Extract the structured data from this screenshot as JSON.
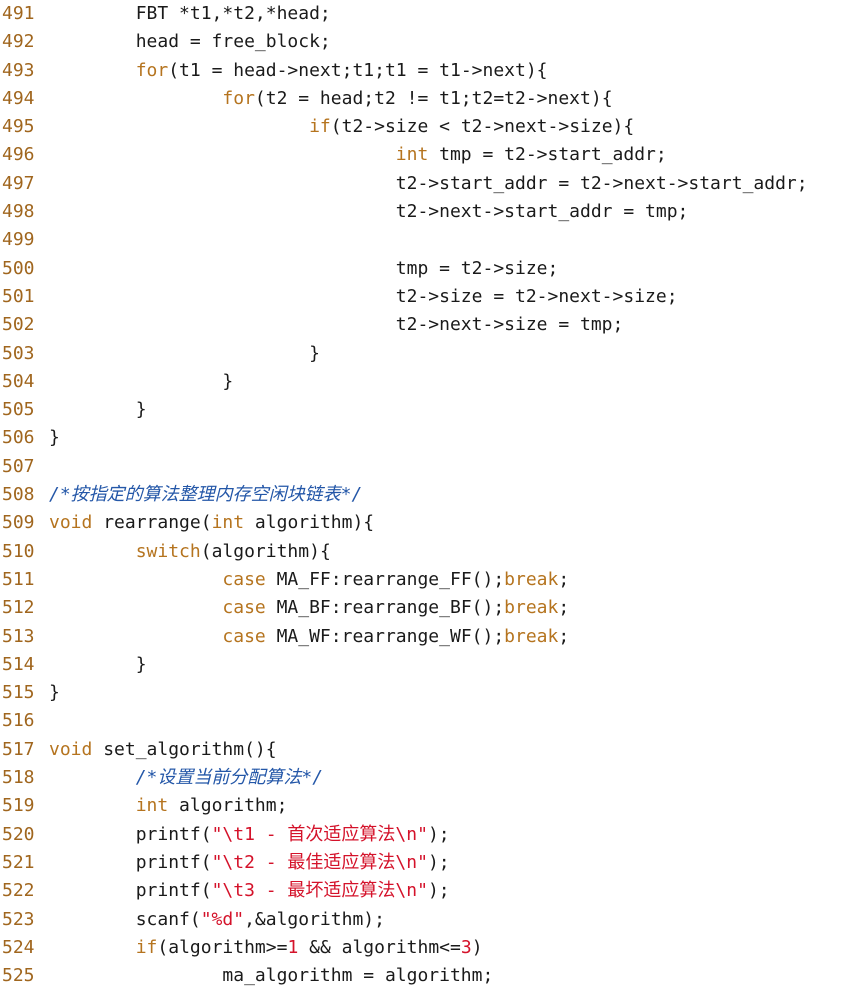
{
  "editor": {
    "lines": [
      {
        "n": "491",
        "toks": [
          [
            "pln",
            "        FBT *t1,*t2,*head;"
          ]
        ]
      },
      {
        "n": "492",
        "toks": [
          [
            "pln",
            "        head = free_block;"
          ]
        ]
      },
      {
        "n": "493",
        "toks": [
          [
            "pln",
            "        "
          ],
          [
            "kw",
            "for"
          ],
          [
            "pln",
            "(t1 = head->next;t1;t1 = t1->next){"
          ]
        ]
      },
      {
        "n": "494",
        "toks": [
          [
            "pln",
            "                "
          ],
          [
            "kw",
            "for"
          ],
          [
            "pln",
            "(t2 = head;t2 != t1;t2=t2->next){"
          ]
        ]
      },
      {
        "n": "495",
        "toks": [
          [
            "pln",
            "                        "
          ],
          [
            "kw",
            "if"
          ],
          [
            "pln",
            "(t2->size < t2->next->size){"
          ]
        ]
      },
      {
        "n": "496",
        "toks": [
          [
            "pln",
            "                                "
          ],
          [
            "kw",
            "int"
          ],
          [
            "pln",
            " tmp = t2->start_addr;"
          ]
        ]
      },
      {
        "n": "497",
        "toks": [
          [
            "pln",
            "                                t2->start_addr = t2->next->start_addr;"
          ]
        ]
      },
      {
        "n": "498",
        "toks": [
          [
            "pln",
            "                                t2->next->start_addr = tmp;"
          ]
        ]
      },
      {
        "n": "499",
        "toks": []
      },
      {
        "n": "500",
        "toks": [
          [
            "pln",
            "                                tmp = t2->size;"
          ]
        ]
      },
      {
        "n": "501",
        "toks": [
          [
            "pln",
            "                                t2->size = t2->next->size;"
          ]
        ]
      },
      {
        "n": "502",
        "toks": [
          [
            "pln",
            "                                t2->next->size = tmp;"
          ]
        ]
      },
      {
        "n": "503",
        "toks": [
          [
            "pln",
            "                        }"
          ]
        ]
      },
      {
        "n": "504",
        "toks": [
          [
            "pln",
            "                }"
          ]
        ]
      },
      {
        "n": "505",
        "toks": [
          [
            "pln",
            "        }"
          ]
        ]
      },
      {
        "n": "506",
        "toks": [
          [
            "pln",
            "}"
          ]
        ]
      },
      {
        "n": "507",
        "toks": []
      },
      {
        "n": "508",
        "toks": [
          [
            "cmt",
            "/*按指定的算法整理内存空闲块链表*/"
          ]
        ]
      },
      {
        "n": "509",
        "toks": [
          [
            "kw",
            "void"
          ],
          [
            "pln",
            " rearrange("
          ],
          [
            "kw",
            "int"
          ],
          [
            "pln",
            " algorithm){"
          ]
        ]
      },
      {
        "n": "510",
        "toks": [
          [
            "pln",
            "        "
          ],
          [
            "kw",
            "switch"
          ],
          [
            "pln",
            "(algorithm){"
          ]
        ]
      },
      {
        "n": "511",
        "toks": [
          [
            "pln",
            "                "
          ],
          [
            "kw",
            "case"
          ],
          [
            "pln",
            " MA_FF:rearrange_FF();"
          ],
          [
            "kw",
            "break"
          ],
          [
            "pln",
            ";"
          ]
        ]
      },
      {
        "n": "512",
        "toks": [
          [
            "pln",
            "                "
          ],
          [
            "kw",
            "case"
          ],
          [
            "pln",
            " MA_BF:rearrange_BF();"
          ],
          [
            "kw",
            "break"
          ],
          [
            "pln",
            ";"
          ]
        ]
      },
      {
        "n": "513",
        "toks": [
          [
            "pln",
            "                "
          ],
          [
            "kw",
            "case"
          ],
          [
            "pln",
            " MA_WF:rearrange_WF();"
          ],
          [
            "kw",
            "break"
          ],
          [
            "pln",
            ";"
          ]
        ]
      },
      {
        "n": "514",
        "toks": [
          [
            "pln",
            "        }"
          ]
        ]
      },
      {
        "n": "515",
        "toks": [
          [
            "pln",
            "}"
          ]
        ]
      },
      {
        "n": "516",
        "toks": []
      },
      {
        "n": "517",
        "toks": [
          [
            "kw",
            "void"
          ],
          [
            "pln",
            " set_algorithm(){"
          ]
        ]
      },
      {
        "n": "518",
        "toks": [
          [
            "pln",
            "        "
          ],
          [
            "cmt",
            "/*设置当前分配算法*/"
          ]
        ]
      },
      {
        "n": "519",
        "toks": [
          [
            "pln",
            "        "
          ],
          [
            "kw",
            "int"
          ],
          [
            "pln",
            " algorithm;"
          ]
        ]
      },
      {
        "n": "520",
        "toks": [
          [
            "pln",
            "        printf("
          ],
          [
            "str",
            "\"\\t1 - 首次适应算法\\n\""
          ],
          [
            "pln",
            ");"
          ]
        ]
      },
      {
        "n": "521",
        "toks": [
          [
            "pln",
            "        printf("
          ],
          [
            "str",
            "\"\\t2 - 最佳适应算法\\n\""
          ],
          [
            "pln",
            ");"
          ]
        ]
      },
      {
        "n": "522",
        "toks": [
          [
            "pln",
            "        printf("
          ],
          [
            "str",
            "\"\\t3 - 最坏适应算法\\n\""
          ],
          [
            "pln",
            ");"
          ]
        ]
      },
      {
        "n": "523",
        "toks": [
          [
            "pln",
            "        scanf("
          ],
          [
            "str",
            "\"%d\""
          ],
          [
            "pln",
            ",&algorithm);"
          ]
        ]
      },
      {
        "n": "524",
        "toks": [
          [
            "pln",
            "        "
          ],
          [
            "kw",
            "if"
          ],
          [
            "pln",
            "(algorithm>="
          ],
          [
            "num",
            "1"
          ],
          [
            "pln",
            " && algorithm<="
          ],
          [
            "num",
            "3"
          ],
          [
            "pln",
            ")"
          ]
        ]
      },
      {
        "n": "525",
        "toks": [
          [
            "pln",
            "                ma_algorithm = algorithm;"
          ]
        ]
      }
    ]
  },
  "colors": {
    "line_number": "#a0661e",
    "keyword": "#b5741f",
    "string": "#d4122a",
    "comment": "#2457a8",
    "text": "#1a1a1a",
    "background": "#ffffff"
  }
}
